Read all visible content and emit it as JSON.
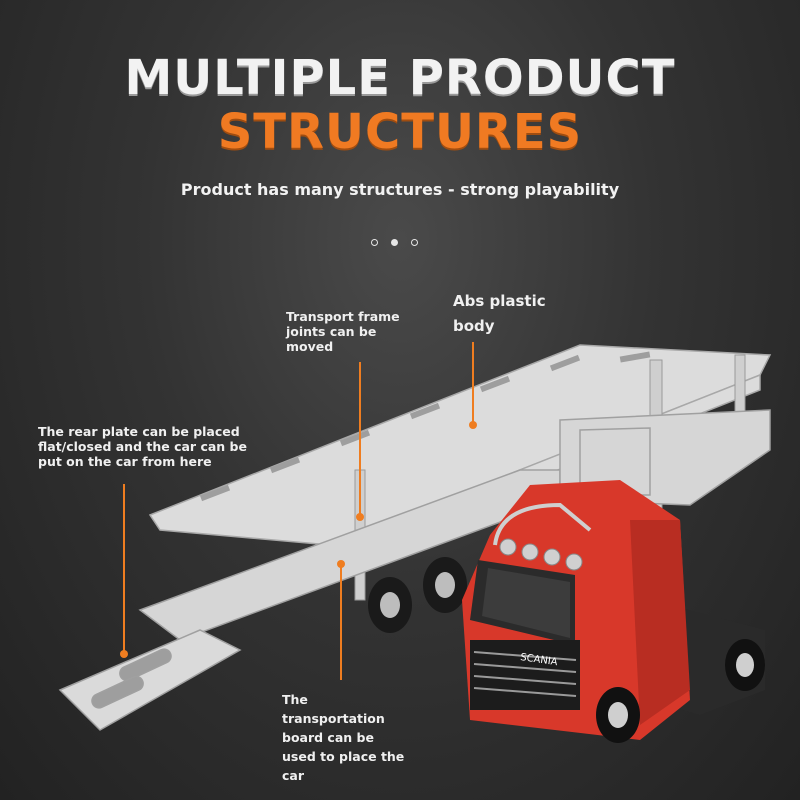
{
  "title": {
    "line1": "MULTIPLE PRODUCT",
    "line2": "STRUCTURES"
  },
  "subtitle": "Product has many structures - strong playability",
  "pagination": {
    "total": 3,
    "active": 2
  },
  "callouts": {
    "transport_frame": "Transport frame joints can be moved",
    "abs_plastic": "Abs plastic body",
    "rear_plate": "The rear plate can be placed flat/closed and the car can be put on the car from here",
    "transport_board": "The transportation board can be used to place the car"
  },
  "truck": {
    "brand": "SCANIA"
  },
  "colors": {
    "accent": "#ef7d20",
    "cab": "#d8382a",
    "trailer": "#d9d9d9",
    "background": "#333333"
  }
}
